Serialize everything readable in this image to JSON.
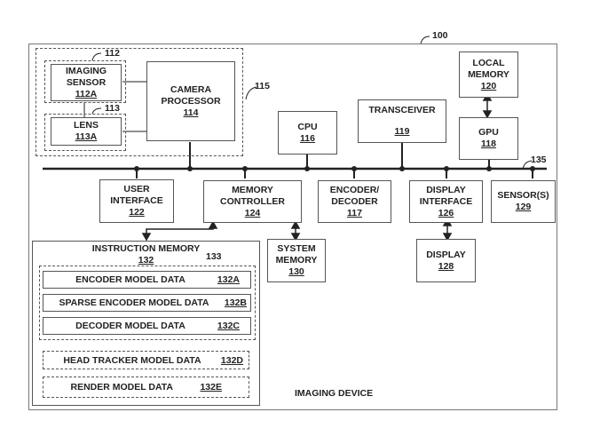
{
  "diagram": {
    "device_ref": "100",
    "device_label": "IMAGING DEVICE",
    "bus_ref": "135",
    "camera_module_ref": "115",
    "imaging_sensor_group_ref": "112",
    "lens_group_ref": "113",
    "model_data_group_ref": "133",
    "blocks": {
      "imaging_sensor": {
        "label_1": "IMAGING",
        "label_2": "SENSOR",
        "ref": "112A"
      },
      "lens": {
        "label_1": "LENS",
        "ref": "113A"
      },
      "camera_processor": {
        "label_1": "CAMERA",
        "label_2": "PROCESSOR",
        "ref": "114"
      },
      "cpu": {
        "label_1": "CPU",
        "ref": "116"
      },
      "transceiver": {
        "label_1": "TRANSCEIVER",
        "ref": "119"
      },
      "local_memory": {
        "label_1": "LOCAL",
        "label_2": "MEMORY",
        "ref": "120"
      },
      "gpu": {
        "label_1": "GPU",
        "ref": "118"
      },
      "user_interface": {
        "label_1": "USER",
        "label_2": "INTERFACE",
        "ref": "122"
      },
      "memory_controller": {
        "label_1": "MEMORY",
        "label_2": "CONTROLLER",
        "ref": "124"
      },
      "encoder_decoder": {
        "label_1": "ENCODER/",
        "label_2": "DECODER",
        "ref": "117"
      },
      "display_interface": {
        "label_1": "DISPLAY",
        "label_2": "INTERFACE",
        "ref": "126"
      },
      "sensors": {
        "label_1": "SENSOR(S)",
        "ref": "129"
      },
      "system_memory": {
        "label_1": "SYSTEM",
        "label_2": "MEMORY",
        "ref": "130"
      },
      "display": {
        "label_1": "DISPLAY",
        "ref": "128"
      },
      "instruction_memory": {
        "label_1": "INSTRUCTION MEMORY",
        "ref": "132"
      }
    },
    "model_data": [
      {
        "label": "ENCODER MODEL DATA",
        "ref": "132A"
      },
      {
        "label": "SPARSE ENCODER MODEL DATA",
        "ref": "132B"
      },
      {
        "label": "DECODER MODEL DATA",
        "ref": "132C"
      },
      {
        "label": "HEAD TRACKER MODEL DATA",
        "ref": "132D"
      },
      {
        "label": "RENDER MODEL DATA",
        "ref": "132E"
      }
    ]
  }
}
